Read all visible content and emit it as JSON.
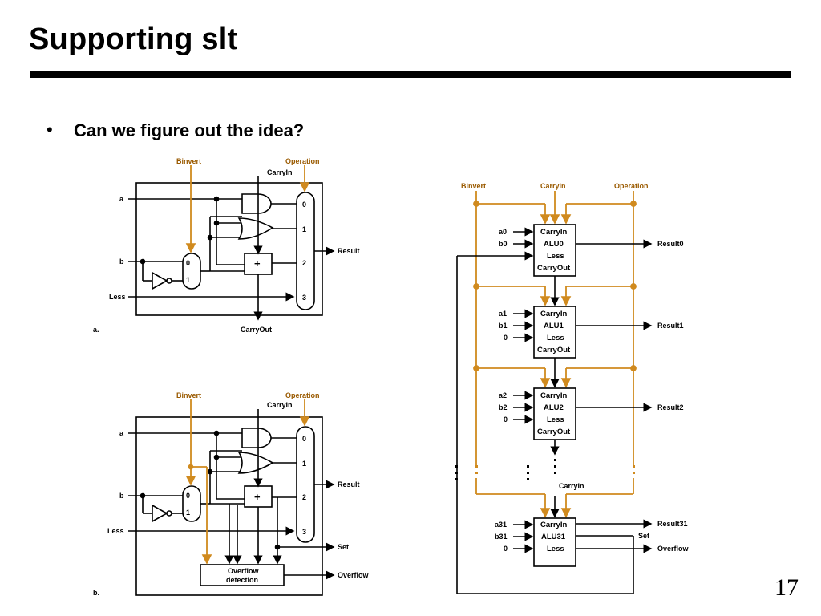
{
  "slide": {
    "title": "Supporting slt",
    "bullet": "Can we figure out the idea?",
    "page_number": "17"
  },
  "colors": {
    "control_line": "#d08a1e",
    "wire": "#000000"
  },
  "diagram_a": {
    "caption": "a.",
    "binvert": "Binvert",
    "operation": "Operation",
    "carryin": "CarryIn",
    "input_a": "a",
    "input_b": "b",
    "input_less": "Less",
    "result": "Result",
    "carryout": "CarryOut",
    "mux_b_in0": "0",
    "mux_b_in1": "1",
    "mux_op": [
      "0",
      "1",
      "2",
      "3"
    ],
    "adder": "+"
  },
  "diagram_b": {
    "caption": "b.",
    "binvert": "Binvert",
    "operation": "Operation",
    "carryin": "CarryIn",
    "input_a": "a",
    "input_b": "b",
    "input_less": "Less",
    "result": "Result",
    "set": "Set",
    "overflow": "Overflow",
    "overflow_box_line1": "Overflow",
    "overflow_box_line2": "detection",
    "mux_b_in0": "0",
    "mux_b_in1": "1",
    "mux_op": [
      "0",
      "1",
      "2",
      "3"
    ],
    "adder": "+"
  },
  "alu32": {
    "binvert": "Binvert",
    "carryin": "CarryIn",
    "operation": "Operation",
    "carryin_mid": "CarryIn",
    "units": [
      {
        "inputs": [
          "a0",
          "b0"
        ],
        "name": "ALU0",
        "output": "Result0"
      },
      {
        "inputs": [
          "a1",
          "b1",
          "0"
        ],
        "name": "ALU1",
        "output": "Result1"
      },
      {
        "inputs": [
          "a2",
          "b2",
          "0"
        ],
        "name": "ALU2",
        "output": "Result2"
      },
      {
        "inputs": [
          "a31",
          "b31",
          "0"
        ],
        "name": "ALU31",
        "output": "Result31",
        "set": "Set",
        "overflow": "Overflow"
      }
    ],
    "box_carryin": "CarryIn",
    "box_less": "Less",
    "box_carryout": "CarryOut"
  }
}
